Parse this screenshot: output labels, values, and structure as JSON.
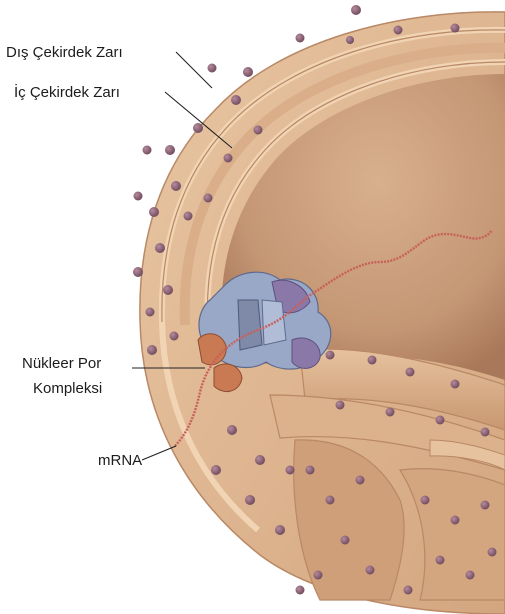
{
  "labels": {
    "outer_membrane": "Dış Çekirdek Zarı",
    "inner_membrane": "İç Çekirdek Zarı",
    "pore_line1": "Nükleer Por",
    "pore_line2": "Kompleksi",
    "mrna": "mRNA"
  },
  "colors": {
    "nucleoplasm": "#c9a07e",
    "membrane": "#e2bd98",
    "membrane_edge": "#b98865",
    "er_lumen": "#d7ab86",
    "ribosome": "#8c6275",
    "pore_blue": "#9aa8c8",
    "pore_purple": "#8a78a8",
    "pore_orange": "#c97a52",
    "mrna": "#c8605a"
  }
}
